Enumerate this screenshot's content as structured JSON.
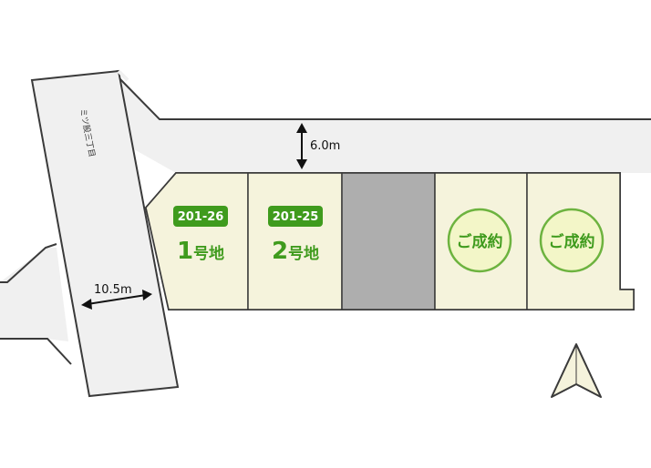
{
  "roads": {
    "main_road_label": "ミツ股三丁目",
    "main_road_width": "10.5m",
    "side_road_width": "6.0m"
  },
  "lots": [
    {
      "id": "lot-1",
      "badge": "201-26",
      "number": "1",
      "suffix": "号地",
      "status": "available"
    },
    {
      "id": "lot-2",
      "badge": "201-25",
      "number": "2",
      "suffix": "号地",
      "status": "available"
    },
    {
      "id": "lot-3",
      "status": "unavailable"
    },
    {
      "id": "lot-4",
      "sold_label": "ご成約",
      "status": "sold"
    },
    {
      "id": "lot-5",
      "sold_label": "ご成約",
      "status": "sold"
    }
  ],
  "compass": {
    "icon": "north-arrow-icon"
  },
  "colors": {
    "road": "#f0f0f0",
    "road_edge": "#3a3a3a",
    "lot_fill": "#f5f3dc",
    "unavailable_lot": "#aeaeae",
    "badge_green": "#3f9b1d",
    "sold_circle": "#f3f6c8",
    "sold_ring": "#6db33f"
  }
}
